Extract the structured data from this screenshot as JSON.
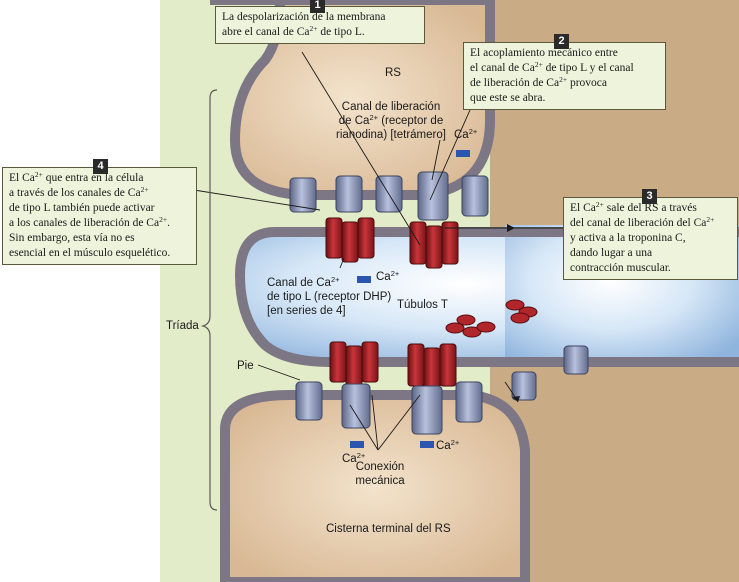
{
  "callouts": {
    "c1": {
      "num": "1",
      "lines": [
        "La despolarización de la membrana",
        "abre el canal de Ca^{2+} de tipo L."
      ]
    },
    "c2": {
      "num": "2",
      "lines": [
        "El acoplamiento mecánico entre",
        "el canal de Ca^{2+} de tipo L y el canal",
        "de liberación de Ca^{2+} provoca",
        "que este se abra."
      ]
    },
    "c3": {
      "num": "3",
      "lines": [
        "El Ca^{2+} sale del RS a través",
        "del canal de liberación del Ca^{2+}",
        "y activa a la troponina C,",
        "dando lugar a una",
        "contracción muscular."
      ]
    },
    "c4": {
      "num": "4",
      "lines": [
        "El Ca^{2+} que entra en la célula",
        "a través de los canales de Ca^{2+}",
        "de tipo L también puede activar",
        "a los canales de liberación de Ca^{2+}.",
        "Sin embargo, esta vía no es",
        "esencial en el músculo esquelético."
      ]
    }
  },
  "labels": {
    "rs_top": [
      "RS"
    ],
    "release_channel": [
      "Canal de liberación",
      "de Ca^{2+} (receptor de",
      "rianodina) [tetrámero]"
    ],
    "ca_top": [
      "Ca^{2+}"
    ],
    "ca_dhp": [
      "Ca^{2+}"
    ],
    "l_channel": [
      "Canal de Ca^{2+}",
      "de tipo L (receptor DHP)",
      "[en series de 4]"
    ],
    "tubulos": [
      "Túbulos T"
    ],
    "triada": [
      "Tríada"
    ],
    "pie": [
      "Pie"
    ],
    "ca_bottom_left": [
      "Ca^{2+}"
    ],
    "ca_bottom_right": [
      "Ca^{2+}"
    ],
    "conexion": [
      "Conexión",
      "mecánica"
    ],
    "cisterna": [
      "Cisterna terminal del RS"
    ]
  },
  "colors": {
    "background_green": "#e3ecc8",
    "cytoplasm": "#c8aa88",
    "membrane": "#8a8290",
    "t_tubule_lumen": "#c5dcf2",
    "ryr_channel": "#8c98b8",
    "dhp_channel": "#b0262a",
    "calcium_marker": "#2c55b0",
    "callout_bg": "#eef3dc"
  }
}
